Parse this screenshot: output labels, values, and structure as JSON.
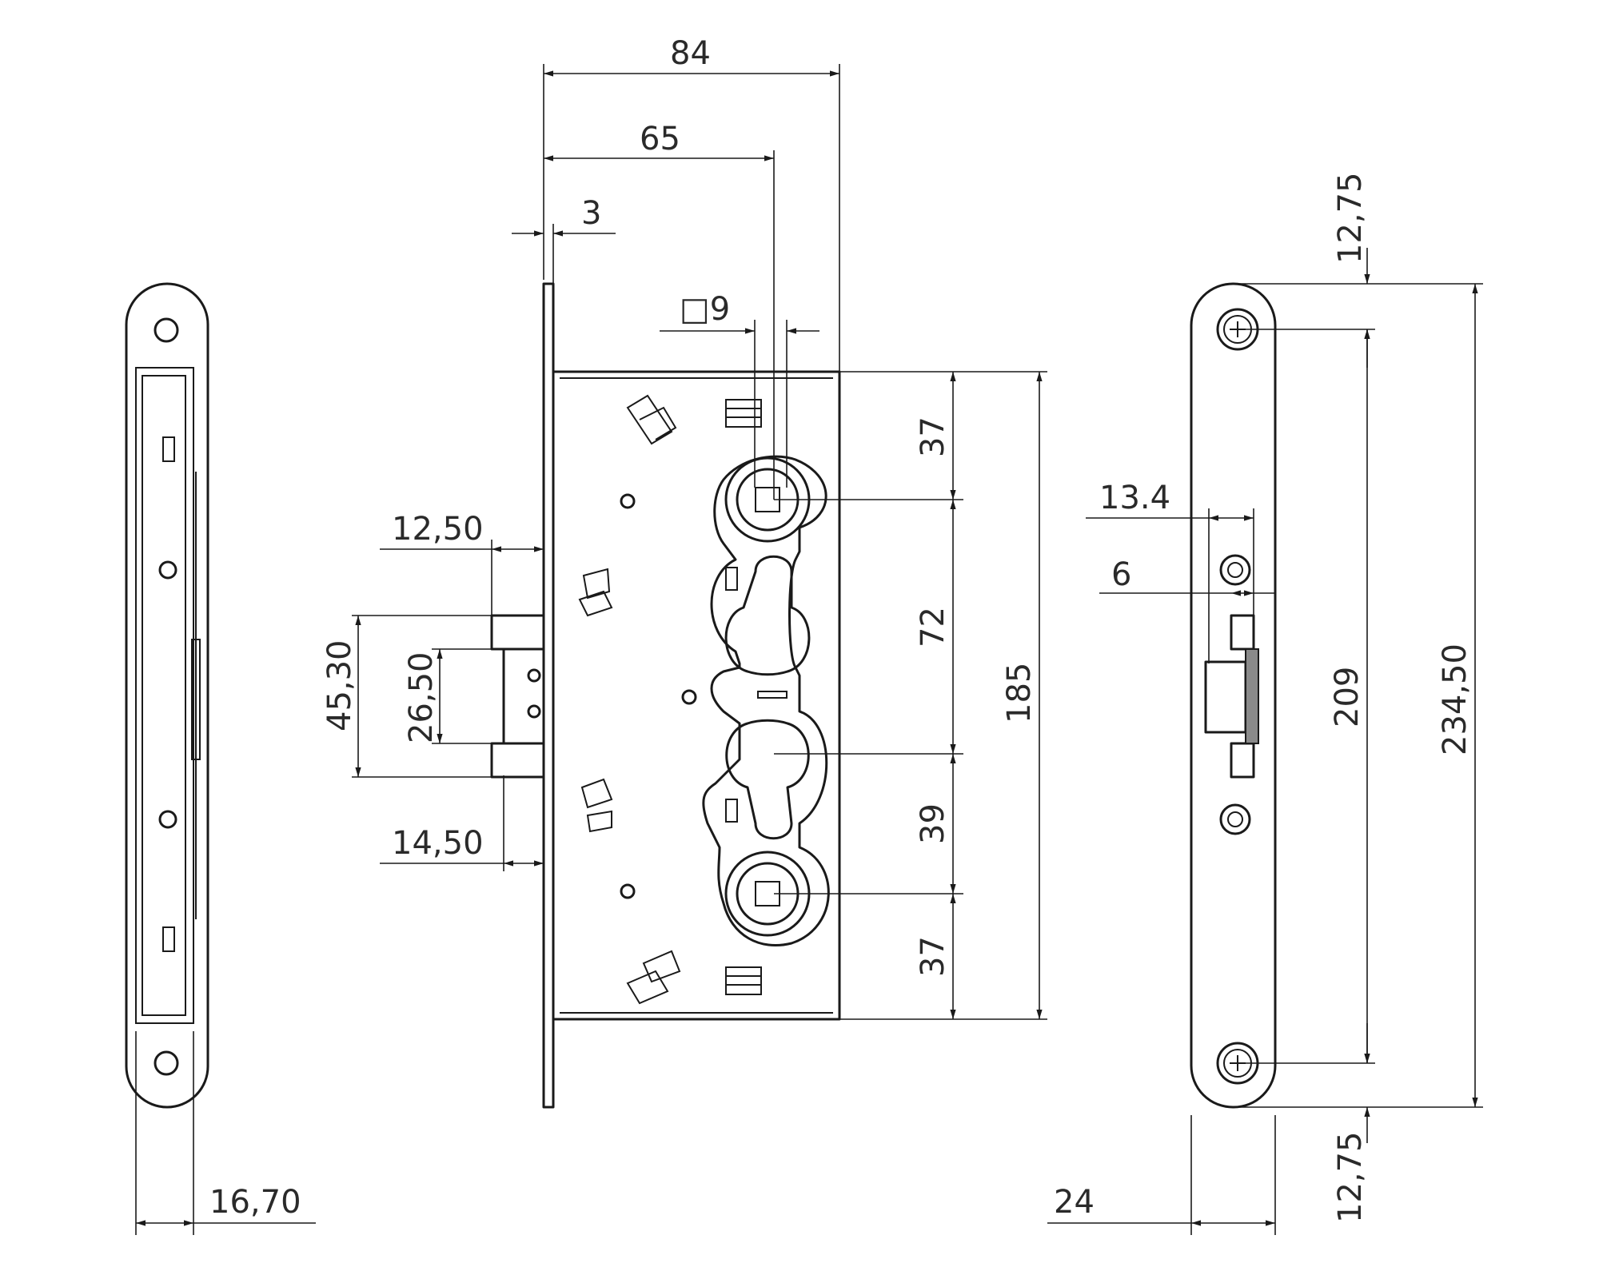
{
  "drawing": {
    "dimensions": {
      "width_84": "84",
      "backset_65": "65",
      "plate_3": "3",
      "square_9": "□9",
      "d_12_50": "12,50",
      "d_45_30": "45,30",
      "d_26_50": "26,50",
      "d_14_50": "14,50",
      "d_16_70": "16,70",
      "d_37_top": "37",
      "d_72": "72",
      "d_39": "39",
      "d_37_bottom": "37",
      "d_185": "185",
      "d_12_75_top": "12,75",
      "d_12_75_bottom": "12,75",
      "d_13_4": "13.4",
      "d_6": "6",
      "d_209": "209",
      "d_234_50": "234,50",
      "d_24": "24"
    }
  }
}
